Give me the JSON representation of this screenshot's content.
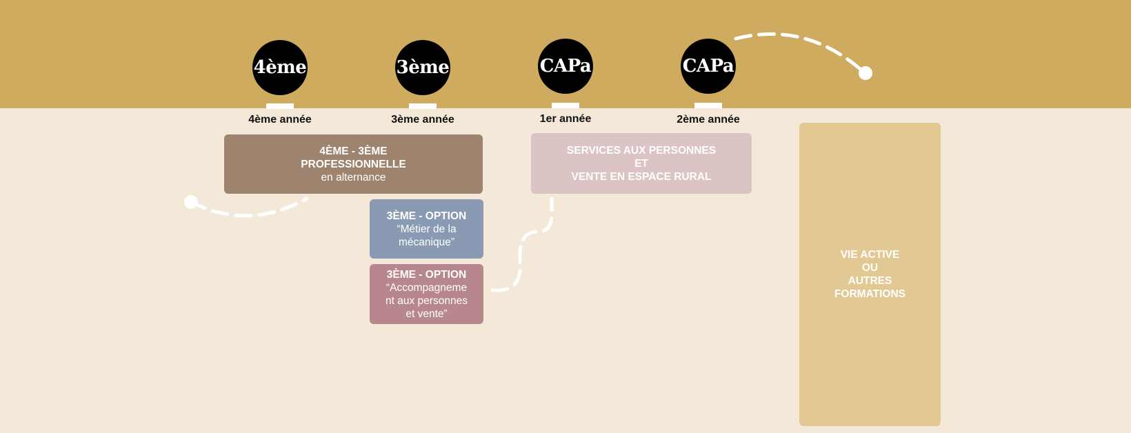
{
  "stages": [
    {
      "badge": "4ème",
      "label": "4ème année"
    },
    {
      "badge": "3ème",
      "label": "3ème année"
    },
    {
      "badge": "CAPa",
      "label": "1er année"
    },
    {
      "badge": "CAPa",
      "label": "2ème année"
    }
  ],
  "boxes": {
    "pro": {
      "title1": "4ÈME - 3ÈME",
      "title2": "PROFESSIONNELLE",
      "sub": "en alternance"
    },
    "mecanique": {
      "title": "3ÈME - OPTION",
      "sub1": "“Métier de la",
      "sub2": "mécanique”"
    },
    "accompagnement": {
      "title": "3ÈME - OPTION",
      "sub1": "“Accompagneme",
      "sub2": "nt aux personnes",
      "sub3": "et vente”"
    },
    "services": {
      "line1": "SERVICES AUX PERSONNES",
      "line2": "ET",
      "line3": "VENTE EN ESPACE RURAL"
    },
    "vie": {
      "line1": "VIE ACTIVE",
      "line2": "OU",
      "line3": "AUTRES",
      "line4": "FORMATIONS"
    }
  },
  "colors": {
    "band": "#cfab5f",
    "background": "#f4e8d8",
    "pro": "#9e836e",
    "mecanique": "#8a9ab3",
    "accompagnement": "#b8878e",
    "services": "#dcc3c4",
    "vie": "#e2c994"
  }
}
